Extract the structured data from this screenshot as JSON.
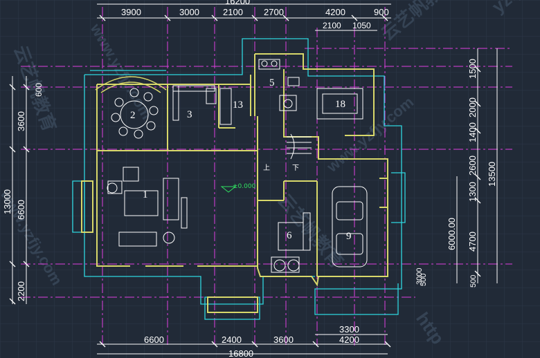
{
  "dimensions": {
    "top_overall": "16200",
    "top_segments": [
      "3900",
      "3000",
      "2100",
      "2700",
      "4200",
      "900"
    ],
    "top_sub": [
      "2100",
      "1050"
    ],
    "left_overall": "13000",
    "left_segments": [
      "600",
      "3600",
      "6600",
      "2200"
    ],
    "right_overall": "13500",
    "right_segments": [
      "1500",
      "2000",
      "1400",
      "2600",
      "1300",
      "4700",
      "500",
      "500"
    ],
    "right_inner": "6000.00",
    "right_small": "3000",
    "bottom_overall": "16800",
    "bottom_segments": [
      "6600",
      "2400",
      "3600",
      "4200"
    ],
    "bottom_sub": "3300"
  },
  "rooms": [
    {
      "id": "1",
      "label": "1"
    },
    {
      "id": "2",
      "label": "2"
    },
    {
      "id": "3",
      "label": "3"
    },
    {
      "id": "5",
      "label": "5"
    },
    {
      "id": "6",
      "label": "6"
    },
    {
      "id": "9",
      "label": "9"
    },
    {
      "id": "13",
      "label": "13"
    },
    {
      "id": "18",
      "label": "18"
    }
  ],
  "level_mark": "±0.000",
  "stair_labels": [
    "上",
    "下"
  ],
  "watermarks": {
    "brand": "云艺帆教育",
    "url": "www.yzfjy.com",
    "short": "yzfjy",
    "http": "http"
  },
  "colors": {
    "background": "#212a37",
    "wall": "#d8d86a",
    "outline": "#2fd7e0",
    "axis": "#e040e0",
    "dimension": "#ffffff",
    "furniture": "#ffffff",
    "green": "#30e060"
  }
}
